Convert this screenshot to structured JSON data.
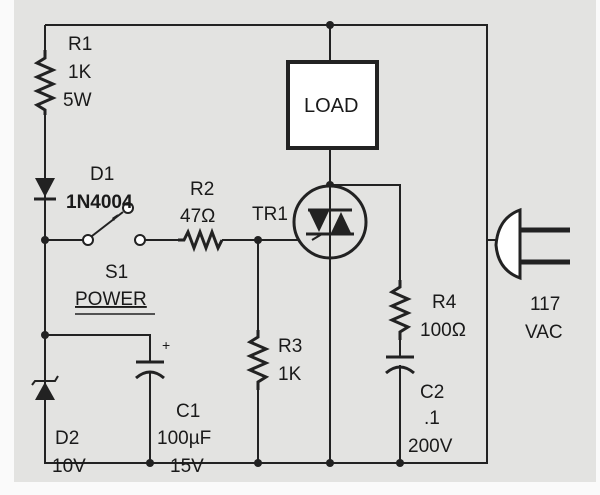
{
  "components": {
    "r1": {
      "ref": "R1",
      "value": "1K",
      "rating": "5W"
    },
    "d1": {
      "ref": "D1",
      "part": "1N4004"
    },
    "r2": {
      "ref": "R2",
      "value": "47Ω"
    },
    "tr1": {
      "ref": "TR1"
    },
    "s1": {
      "ref": "S1",
      "name": "POWER"
    },
    "load": {
      "label": "LOAD"
    },
    "r3": {
      "ref": "R3",
      "value": "1K"
    },
    "r4": {
      "ref": "R4",
      "value": "100Ω"
    },
    "c1": {
      "ref": "C1",
      "value": "100µF",
      "rating": "15V",
      "polarity": "+"
    },
    "c2": {
      "ref": "C2",
      "value": ".1",
      "rating": "200V"
    },
    "d2": {
      "ref": "D2",
      "value": "10V"
    },
    "plug": {
      "line1": "117",
      "line2": "VAC"
    }
  }
}
